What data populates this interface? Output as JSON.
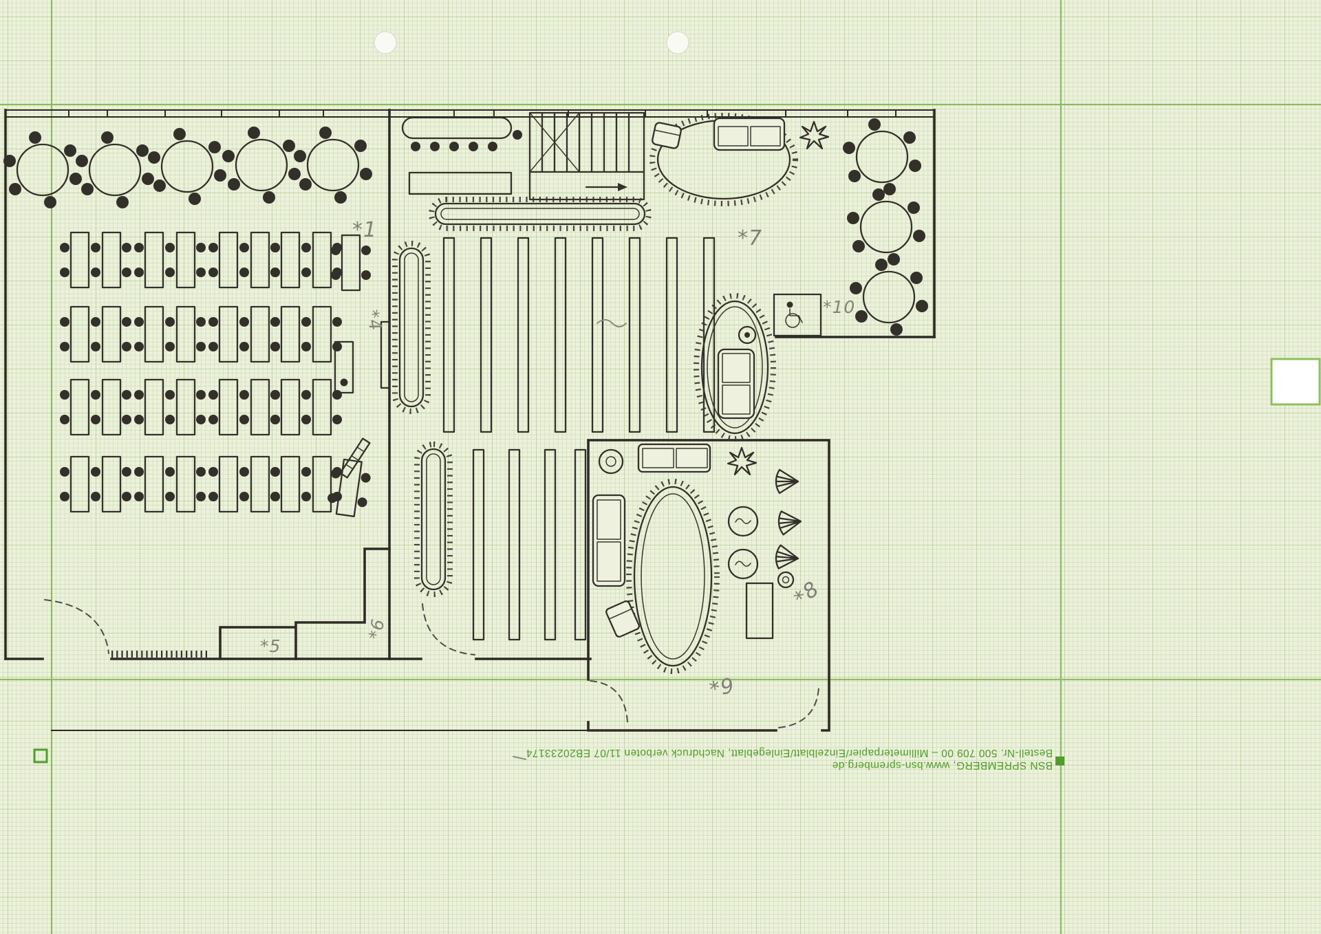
{
  "document": {
    "kind": "Scanned hand-drawn floor plan (library / reading rooms) on green millimeter graph paper",
    "orientation": "landscape"
  },
  "annotations": {
    "label_1": "*1",
    "label_4": "*4",
    "label_5": "*5",
    "label_6": "*6",
    "label_7": "*7",
    "label_8": "*8",
    "label_9": "*9",
    "label_10": "*10"
  },
  "footer": {
    "brand_line": "BSN SPREMBERG, www.bsn-spremberg.de",
    "order_line": "Bestell-Nr. 500 709 00 – Millimeterpapier/Einzelblatt/Einlegeblatt, Nachdruck verboten  11/07   EB20233174"
  },
  "icons": {
    "wheelchair": "♿",
    "plant": "✳",
    "stair_direction_arrow": "→"
  },
  "colors": {
    "paper": "#edf1dd",
    "grid_fine": "#cddfb3",
    "grid_major": "#a6c87e",
    "grid_heavy": "#79b148",
    "ink": "#33302a",
    "pencil": "#84847a",
    "print_green": "#4f9e2a"
  }
}
